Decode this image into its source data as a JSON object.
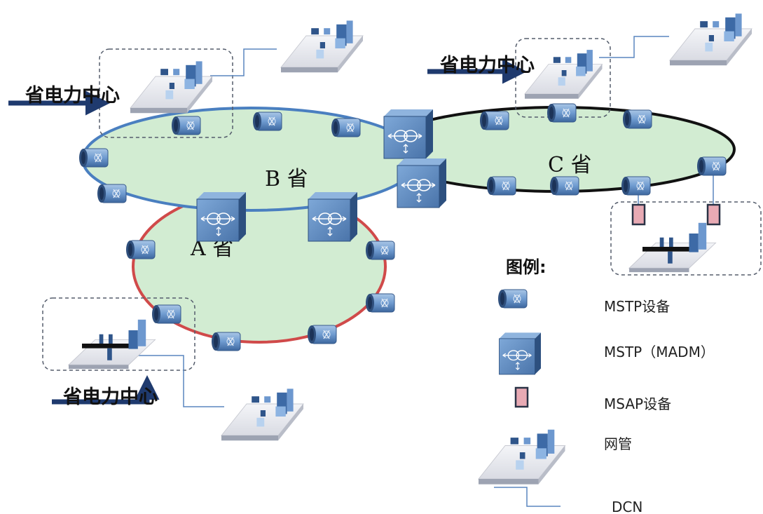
{
  "rings": {
    "b": {
      "label": "B 省"
    },
    "a": {
      "label": "A 省"
    },
    "c": {
      "label": "C 省"
    }
  },
  "centers": {
    "top_left": "省电力中心",
    "top_right": "省电力中心",
    "bottom_left": "省电力中心"
  },
  "legend": {
    "title": "图例:",
    "items": [
      {
        "icon": "mstp-device-icon",
        "label": "MSTP设备"
      },
      {
        "icon": "madm-device-icon",
        "label": "MSTP（MADM）"
      },
      {
        "icon": "msap-device-icon",
        "label": "MSAP设备"
      },
      {
        "icon": "nms-workstation-icon",
        "label": "网管"
      },
      {
        "icon": "dcn-line-icon",
        "label": "DCN"
      }
    ]
  },
  "colors": {
    "ring_fill": "#d2ecd2",
    "ring_b_stroke": "#4a7fc0",
    "ring_a_stroke": "#d04a4a",
    "ring_c_stroke": "#111111",
    "device_blue": "#5b8cc6",
    "dcn_line": "#5a86bf",
    "arrow": "#1f3a6e",
    "msap_fill": "#e8aab4"
  }
}
